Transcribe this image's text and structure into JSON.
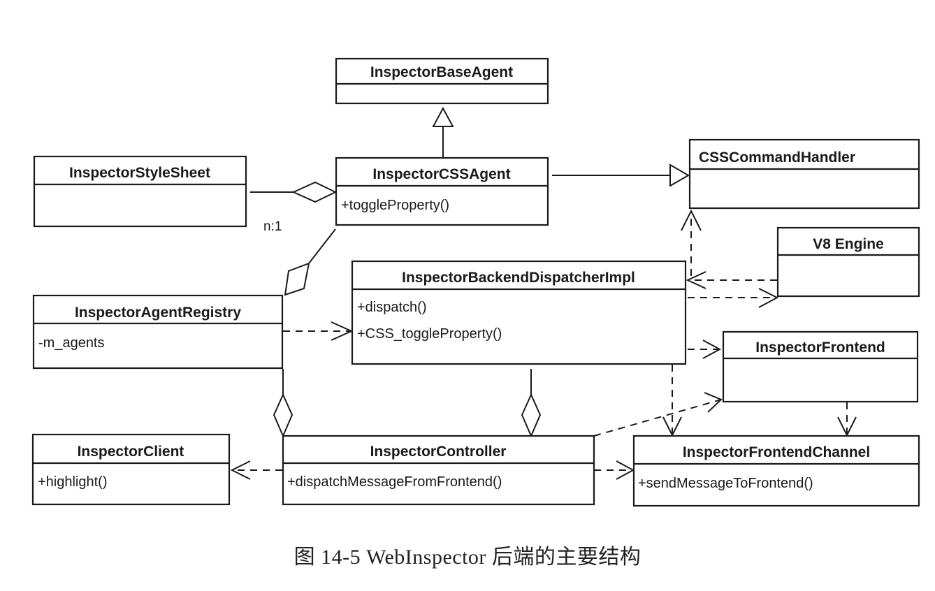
{
  "caption": "图 14-5    WebInspector 后端的主要结构",
  "classes": {
    "base_agent": {
      "name": "InspectorBaseAgent",
      "members": []
    },
    "style_sheet": {
      "name": "InspectorStyleSheet",
      "members": []
    },
    "css_agent": {
      "name": "InspectorCSSAgent",
      "members": [
        "+toggleProperty()"
      ]
    },
    "css_command_handler": {
      "name": "CSSCommandHandler",
      "members": []
    },
    "v8_engine": {
      "name": "V8 Engine",
      "members": []
    },
    "backend_dispatcher": {
      "name": "InspectorBackendDispatcherImpl",
      "members": [
        "+dispatch()",
        "+CSS_toggleProperty()"
      ]
    },
    "agent_registry": {
      "name": "InspectorAgentRegistry",
      "members": [
        "-m_agents"
      ]
    },
    "frontend": {
      "name": "InspectorFrontend",
      "members": []
    },
    "client": {
      "name": "InspectorClient",
      "members": [
        "+highlight()"
      ]
    },
    "controller": {
      "name": "InspectorController",
      "members": [
        "+dispatchMessageFromFrontend()"
      ]
    },
    "frontend_channel": {
      "name": "InspectorFrontendChannel",
      "members": [
        "+sendMessageToFrontend()"
      ]
    }
  },
  "relations": [
    {
      "from": "InspectorCSSAgent",
      "to": "InspectorBaseAgent",
      "type": "generalization"
    },
    {
      "from": "InspectorCSSAgent",
      "to": "CSSCommandHandler",
      "type": "generalization"
    },
    {
      "from": "InspectorStyleSheet",
      "to": "InspectorCSSAgent",
      "type": "aggregation",
      "multiplicity": "n:1"
    },
    {
      "from": "InspectorCSSAgent",
      "to": "InspectorAgentRegistry",
      "type": "aggregation"
    },
    {
      "from": "InspectorAgentRegistry",
      "to": "InspectorBackendDispatcherImpl",
      "type": "dependency"
    },
    {
      "from": "InspectorBackendDispatcherImpl",
      "to": "CSSCommandHandler",
      "type": "dependency"
    },
    {
      "from": "V8 Engine",
      "to": "InspectorBackendDispatcherImpl",
      "type": "dependency"
    },
    {
      "from": "InspectorBackendDispatcherImpl",
      "to": "V8 Engine",
      "type": "dependency"
    },
    {
      "from": "InspectorBackendDispatcherImpl",
      "to": "InspectorFrontend",
      "type": "dependency"
    },
    {
      "from": "InspectorBackendDispatcherImpl",
      "to": "InspectorFrontendChannel",
      "type": "dependency"
    },
    {
      "from": "InspectorFrontend",
      "to": "InspectorFrontendChannel",
      "type": "dependency"
    },
    {
      "from": "InspectorController",
      "to": "InspectorFrontend",
      "type": "dependency"
    },
    {
      "from": "InspectorController",
      "to": "InspectorClient",
      "type": "dependency"
    },
    {
      "from": "InspectorController",
      "to": "InspectorFrontendChannel",
      "type": "dependency"
    },
    {
      "from": "InspectorAgentRegistry",
      "to": "InspectorController",
      "type": "aggregation"
    },
    {
      "from": "InspectorBackendDispatcherImpl",
      "to": "InspectorController",
      "type": "aggregation"
    }
  ]
}
